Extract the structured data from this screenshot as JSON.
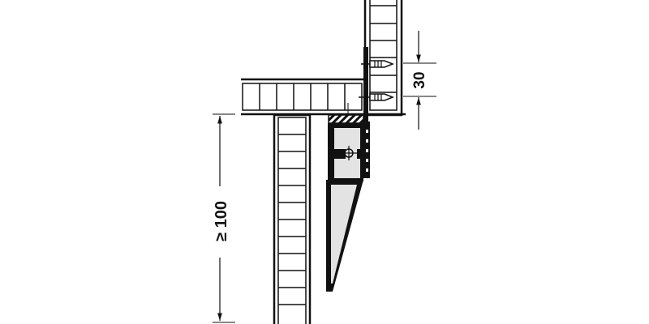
{
  "diagram": {
    "type": "technical-section-drawing",
    "description": "Cross-section of a shelf/plinth bracket mounted below a horizontal panel and fixed with two screws to a vertical panel",
    "colors": {
      "line": "#111111",
      "fill_bracket": "#e3e3e3",
      "background": "#ffffff"
    },
    "dimensions": {
      "screw_spacing": {
        "label": "30",
        "orientation": "vertical",
        "position": "right"
      },
      "min_height": {
        "label": "≥ 100",
        "orientation": "vertical",
        "position": "left"
      }
    },
    "components": [
      {
        "name": "vertical-panel-upper",
        "description": "Vertical panel at top right"
      },
      {
        "name": "horizontal-panel",
        "description": "Horizontal shelf panel"
      },
      {
        "name": "vertical-panel-lower",
        "description": "Vertical panel below shelf"
      },
      {
        "name": "mounting-bracket",
        "description": "Bracket with tapered support"
      },
      {
        "name": "screw-upper",
        "description": "Upper fixing screw"
      },
      {
        "name": "screw-lower",
        "description": "Lower fixing screw"
      }
    ]
  }
}
